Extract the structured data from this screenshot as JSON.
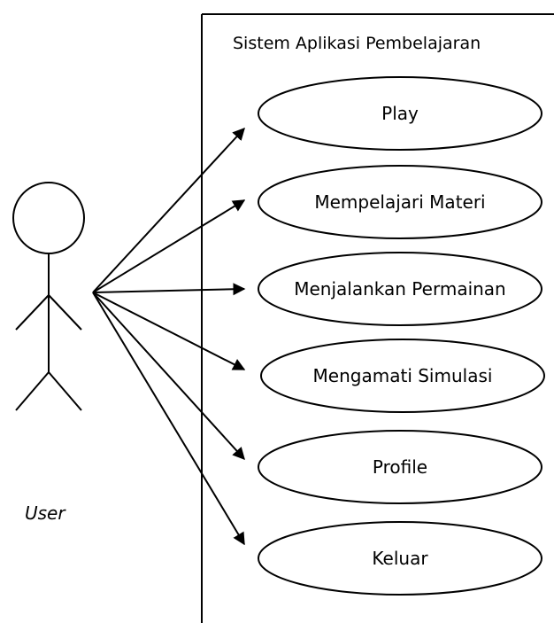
{
  "system": {
    "title": "Sistem Aplikasi Pembelajaran"
  },
  "actor": {
    "label": "User",
    "icon": "stick-figure-icon"
  },
  "use_cases": [
    {
      "id": "play",
      "label": "Play"
    },
    {
      "id": "mempelajari-materi",
      "label": "Mempelajari Materi"
    },
    {
      "id": "menjalankan-permainan",
      "label": "Menjalankan Permainan"
    },
    {
      "id": "mengamati-simulasi",
      "label": "Mengamati Simulasi"
    },
    {
      "id": "profile",
      "label": "Profile"
    },
    {
      "id": "keluar",
      "label": "Keluar"
    }
  ]
}
